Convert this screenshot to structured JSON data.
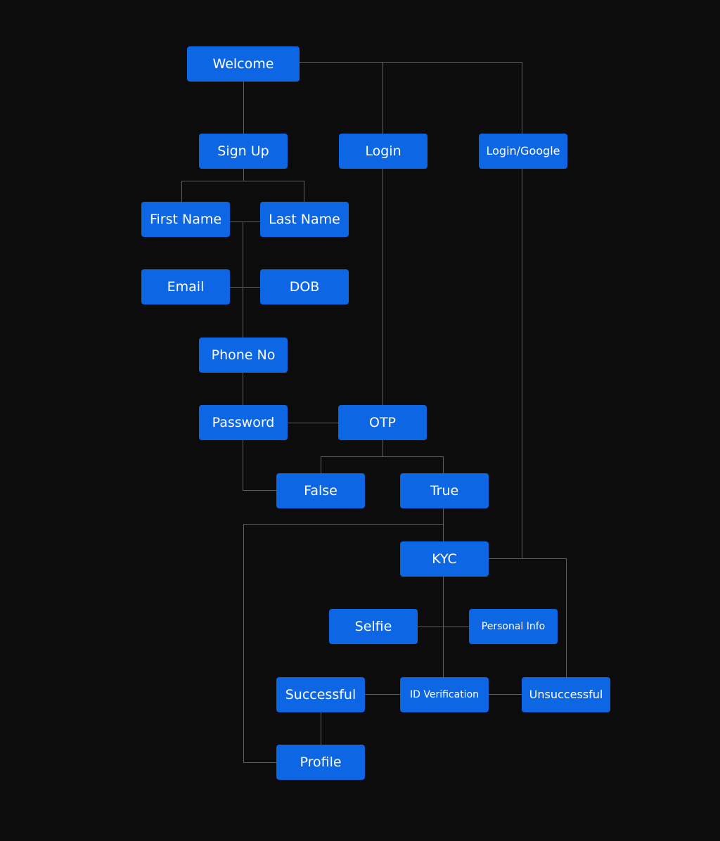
{
  "nodes": {
    "welcome": "Welcome",
    "sign_up": "Sign Up",
    "login": "Login",
    "login_google": "Login/Google",
    "first_name": "First Name",
    "last_name": "Last Name",
    "email": "Email",
    "dob": "DOB",
    "phone_no": "Phone No",
    "password": "Password",
    "otp": "OTP",
    "false": "False",
    "true": "True",
    "kyc": "KYC",
    "selfie": "Selfie",
    "personal_info": "Personal Info",
    "successful": "Successful",
    "id_verification": "ID Verification",
    "unsuccessful": "Unsuccessful",
    "profile": "Profile"
  },
  "colors": {
    "background": "#0c0c0d",
    "node_fill": "#0d66e4",
    "node_text": "#ffffff",
    "connector": "#5f5f63"
  }
}
